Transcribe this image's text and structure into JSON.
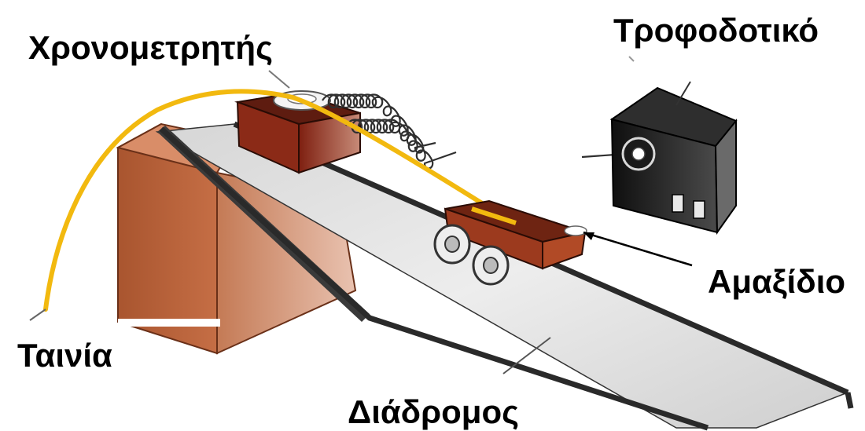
{
  "labels": {
    "timer": "Χρονομετρητής",
    "power_supply": "Τροφοδοτικό",
    "cart": "Αμαξίδιο",
    "tape": "Ταινία",
    "track": "Διάδρομος"
  },
  "colors": {
    "tape": "#f2b90f",
    "block_light": "#d9a892",
    "block_dark": "#b86540",
    "timer_body": "#8b2a17",
    "cart_body": "#9c3a1e",
    "track_surface": "#e6e6e6",
    "track_edge": "#2a2a2a",
    "power_body": "#1a1a1a",
    "wire": "#2f2f2f"
  },
  "icons": {
    "timer": "ticker-timer-icon",
    "power_supply": "power-supply-icon",
    "cart": "cart-icon",
    "block": "support-block-icon",
    "track": "inclined-track-icon",
    "tape": "paper-tape-icon",
    "wire": "coiled-wire-icon"
  }
}
